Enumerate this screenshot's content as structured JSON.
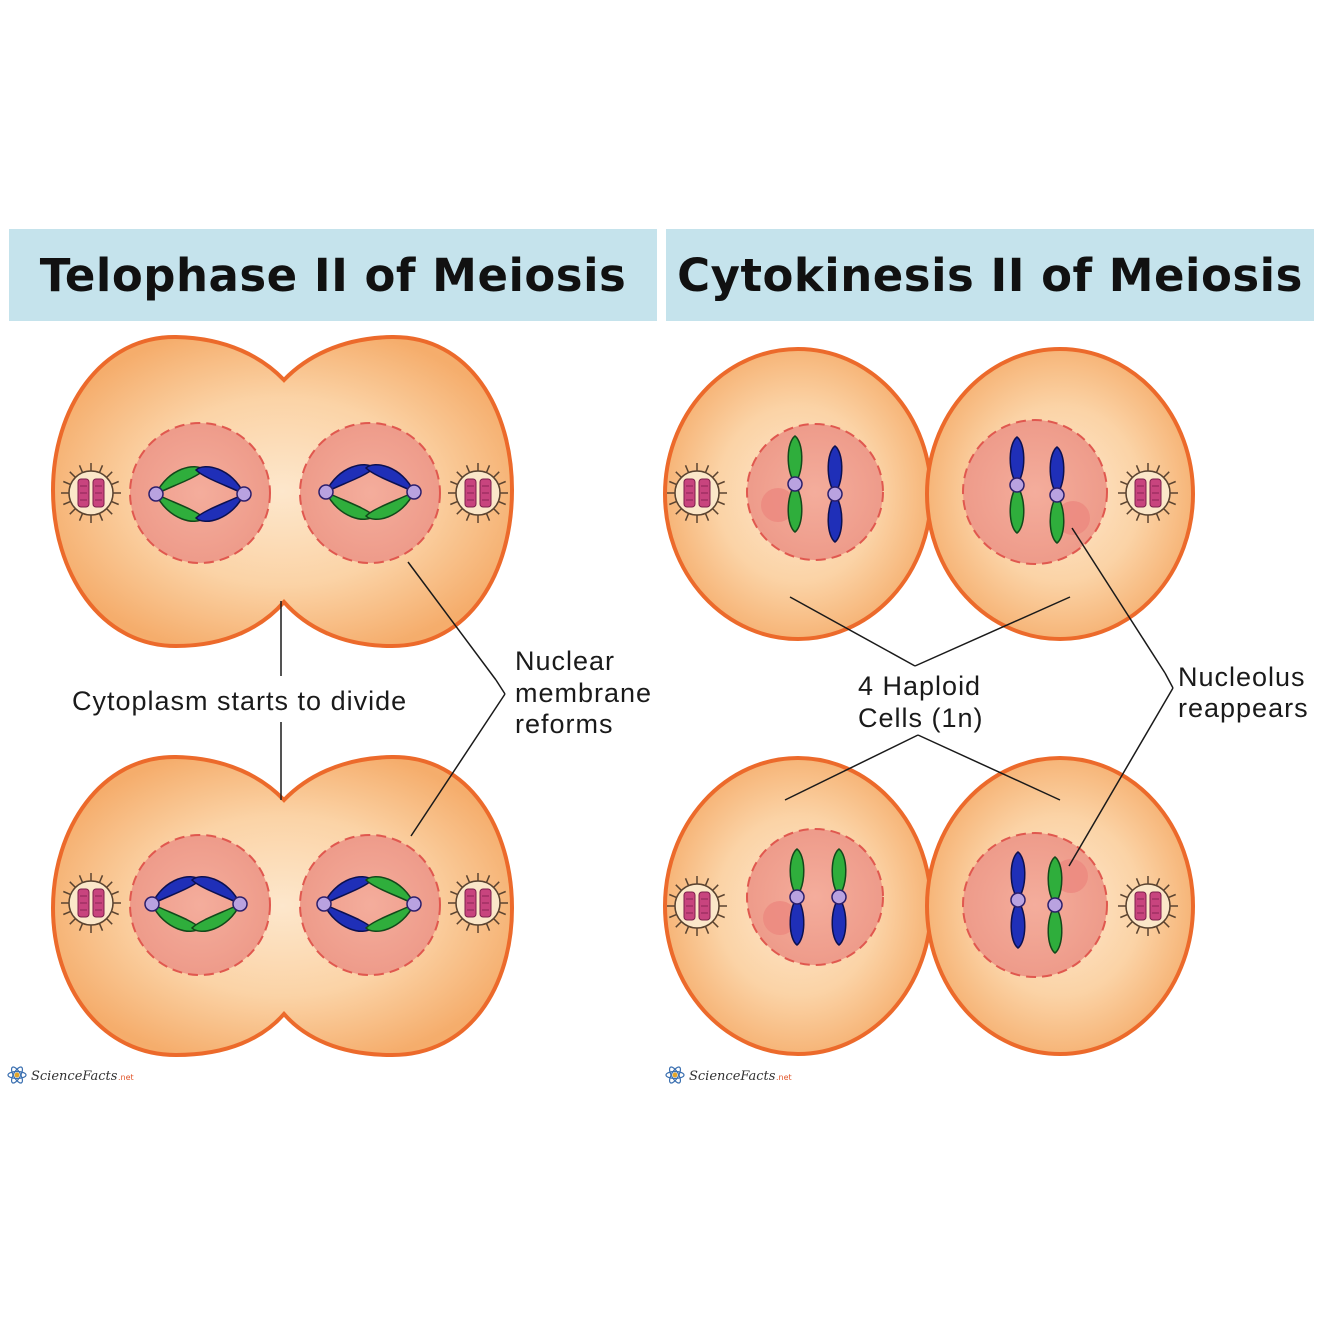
{
  "titles": {
    "left": "Telophase II of Meiosis",
    "right": "Cytokinesis II of Meiosis"
  },
  "labels": {
    "cytoplasm": "Cytoplasm starts to divide",
    "nuclear_line1": "Nuclear",
    "nuclear_line2": "membrane",
    "nuclear_line3": "reforms",
    "haploid_line1": "4 Haploid",
    "haploid_line2": "Cells (1n)",
    "nucleolus_line1": "Nucleolus",
    "nucleolus_line2": "reappears"
  },
  "logo": {
    "name": "ScienceFacts",
    "suffix": ".net"
  },
  "icons": [
    "centriole-icon",
    "chromosome-icon",
    "sciencefacts-logo-icon"
  ],
  "colors": {
    "title_bg": "#c5e3ec",
    "cell_fill": "#f8b97c",
    "cell_outline": "#ec6a2b",
    "nucleus_fill": "#f2a898",
    "nucleus_border": "#e0584f",
    "chromatid_green": "#2fae3c",
    "chromatid_blue": "#1f2fb8",
    "centromere": "#b9a2e0"
  }
}
